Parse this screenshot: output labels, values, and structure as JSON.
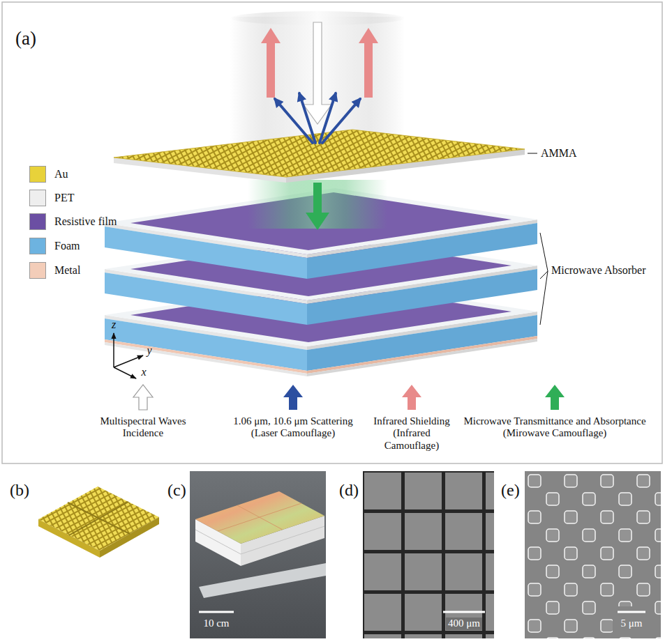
{
  "diagram": {
    "labels": [
      "(a)",
      "AMMA",
      "Microwave Absorber",
      "z",
      "y",
      "x",
      "(b)",
      "(c)",
      "10 cm",
      "(d)",
      "400 μm",
      "(e)",
      "5 μm"
    ],
    "legend": [
      {
        "text": "Au",
        "color": "#e8d23a"
      },
      {
        "text": "PET",
        "color": "#eeeeee"
      },
      {
        "text": "Resistive film",
        "color": "#6b4fa3"
      },
      {
        "text": "Foam",
        "color": "#6db3e0"
      },
      {
        "text": "Metal",
        "color": "#f3cdb9"
      },
      {
        "text": "Multispectral Waves Incidence"
      },
      {
        "text": "1.06 μm, 10.6 μm Scattering (Laser Camouflage)"
      },
      {
        "text": "Infrared Shielding (Infrared Camouflage)"
      },
      {
        "text": "Microwave Transmittance and Absorptance (Mirowave Camouflage)"
      }
    ]
  }
}
